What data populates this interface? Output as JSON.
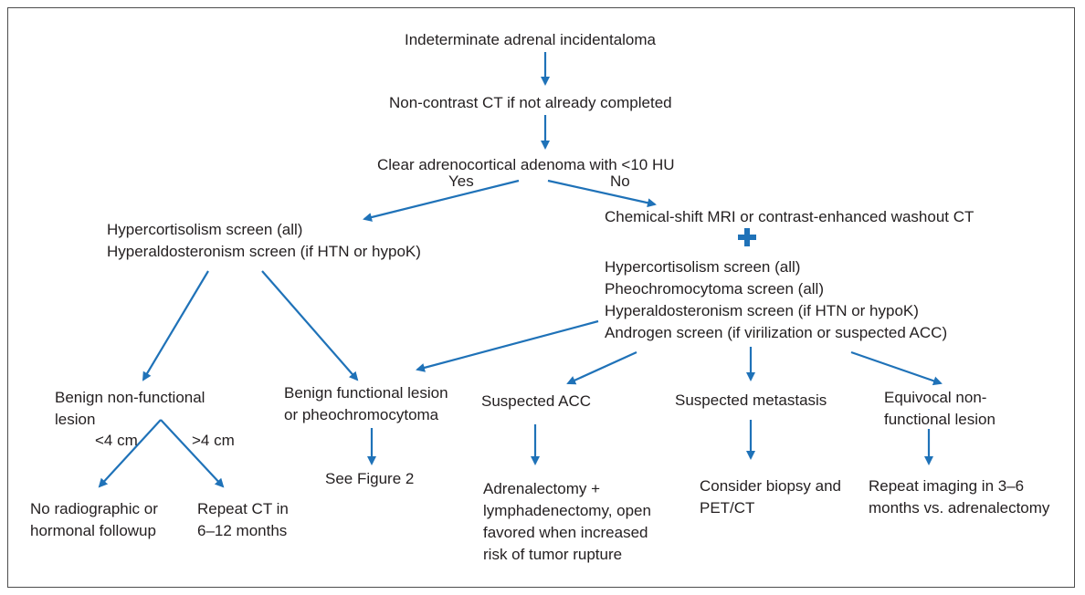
{
  "colors": {
    "arrow": "#1f72b8",
    "text": "#231f20",
    "border": "#4d4d4d"
  },
  "nodes": {
    "start": "Indeterminate adrenal incidentaloma",
    "noncontrast_ct": "Non-contrast CT if not already completed",
    "clear_adenoma": "Clear adrenocortical adenoma with <10 HU",
    "yes_label": "Yes",
    "no_label": "No",
    "yes_branch": [
      "Hypercortisolism screen (all)",
      "Hyperaldosteronism screen (if HTN or hypoK)"
    ],
    "no_imaging": "Chemical-shift MRI or contrast-enhanced washout CT",
    "no_screens": [
      "Hypercortisolism screen (all)",
      "Pheochromocytoma screen (all)",
      "Hyperaldosteronism screen (if HTN or hypoK)",
      "Androgen screen (if virilization or suspected ACC)"
    ],
    "benign_nonfunctional": [
      "Benign non-functional",
      "lesion"
    ],
    "lt4": "<4 cm",
    "gt4": ">4 cm",
    "no_followup": [
      "No radiographic or",
      "hormonal followup"
    ],
    "repeat_ct": [
      "Repeat CT in",
      "6–12 months"
    ],
    "benign_functional": [
      "Benign functional lesion",
      "or pheochromocytoma"
    ],
    "see_figure": "See Figure 2",
    "suspected_acc": "Suspected ACC",
    "acc_action": [
      "Adrenalectomy +",
      "lymphadenectomy, open",
      "favored when increased",
      "risk of tumor rupture"
    ],
    "suspected_metastasis": "Suspected metastasis",
    "metastasis_action": [
      "Consider biopsy and",
      "PET/CT"
    ],
    "equivocal": [
      "Equivocal non-",
      "functional lesion"
    ],
    "equivocal_action": [
      "Repeat imaging in 3–6",
      "months vs. adrenalectomy"
    ]
  }
}
